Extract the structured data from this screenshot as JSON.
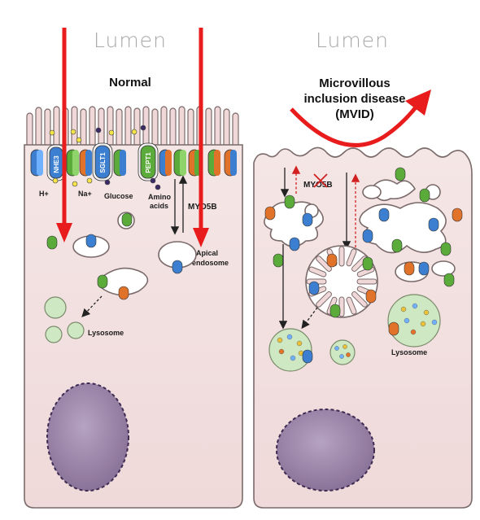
{
  "headers": {
    "left": "Lumen",
    "right": "Lumen"
  },
  "panels": {
    "normal": {
      "title": "Normal",
      "transporters": [
        "NHE3",
        "SGLT1",
        "PEPT1"
      ],
      "ions": {
        "proton": "H+",
        "sodium": "Na+",
        "glucose": "Glucose",
        "amino_acids": "Amino acids"
      },
      "motor": "MYO5B",
      "apical_endosome": "Apical endosome",
      "lysosome": "Lysosome"
    },
    "mvid": {
      "title": "Microvillous inclusion disease (MVID)",
      "motor": "MYO5B",
      "lysosome": "Lysosome"
    }
  },
  "colors": {
    "arrow_red": "#e81c1c",
    "cytoplasm": "#f3dddd",
    "cell_outline": "#7a6a6a",
    "nucleus": "#9b85a8",
    "lysosome": "#cfe8c4",
    "transporter_blue": "#3c7fd0",
    "transporter_green": "#5aab3a",
    "transporter_orange": "#e0722a"
  }
}
